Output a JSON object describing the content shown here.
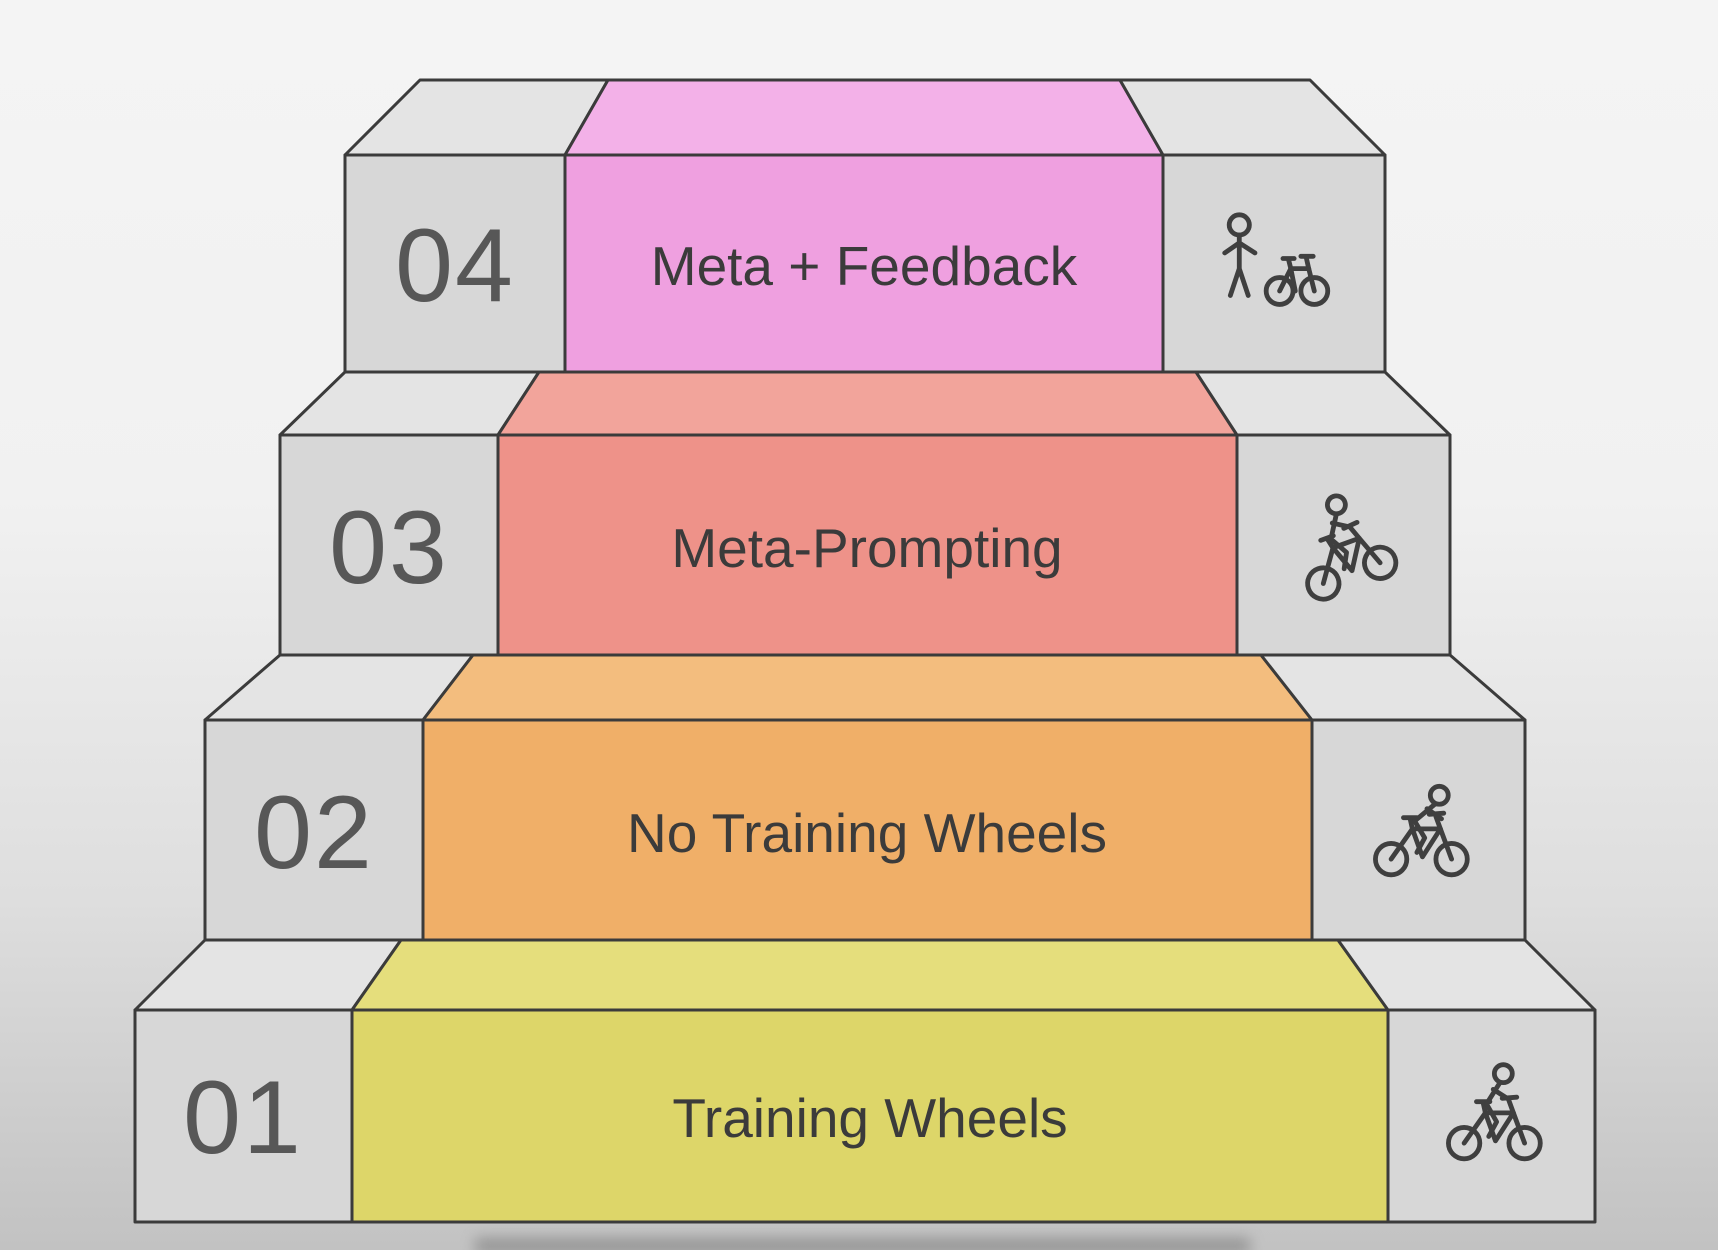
{
  "diagram": {
    "type": "staircase",
    "stroke_color": "#3b3b3b",
    "number_color": "#575757",
    "label_color": "#3b3b3b",
    "gray_front": "#d7d7d7",
    "gray_top": "#e4e4e4",
    "levels": [
      {
        "number": "01",
        "label": "Training Wheels",
        "color": "#ddd669",
        "color_top": "#e5de7c",
        "icon": "cyclist-riding-icon"
      },
      {
        "number": "02",
        "label": "No Training Wheels",
        "color": "#f0af68",
        "color_top": "#f3bd7e",
        "icon": "cyclist-leaning-icon"
      },
      {
        "number": "03",
        "label": "Meta-Prompting",
        "color": "#ee9289",
        "color_top": "#f2a49b",
        "icon": "cyclist-climbing-icon"
      },
      {
        "number": "04",
        "label": "Meta + Feedback",
        "color": "#efa0e0",
        "color_top": "#f3b1e8",
        "icon": "person-with-bicycle-icon"
      }
    ]
  }
}
